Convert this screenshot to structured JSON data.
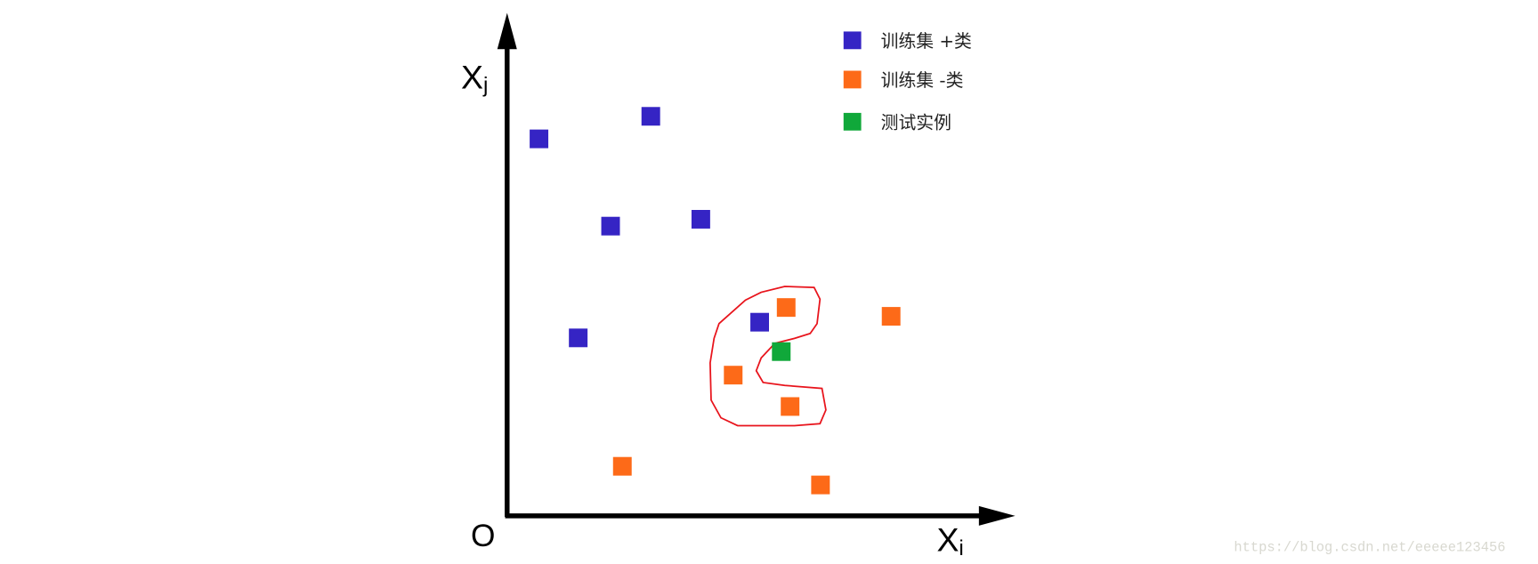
{
  "axes": {
    "y_label": "X",
    "y_label_sub": "j",
    "x_label": "X",
    "x_label_sub": "i",
    "origin_label": "O"
  },
  "legend": [
    {
      "label": "训练集 +类",
      "color": "#3524c4"
    },
    {
      "label": "训练集 -类",
      "color": "#fd6a18"
    },
    {
      "label": "测试实例",
      "color": "#10a83a"
    }
  ],
  "points": [
    {
      "class": 0
    },
    {
      "class": 0
    },
    {
      "class": 0
    },
    {
      "class": 0
    },
    {
      "class": 0
    },
    {
      "class": 0
    },
    {
      "class": 1
    },
    {
      "class": 1
    },
    {
      "class": 1
    },
    {
      "class": 1
    },
    {
      "class": 1
    },
    {
      "class": 1
    },
    {
      "class": 2
    }
  ],
  "neighborhood_color": "#e8141c",
  "watermark": "https://blog.csdn.net/eeeee123456"
}
